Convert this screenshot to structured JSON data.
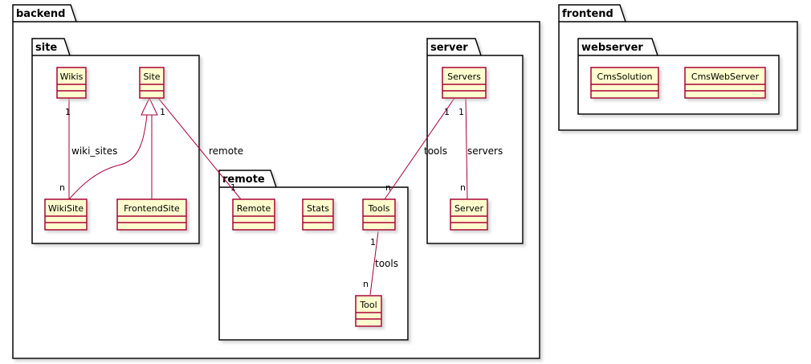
{
  "packages": {
    "backend": "backend",
    "frontend": "frontend",
    "site": "site",
    "server": "server",
    "remote": "remote",
    "webserver": "webserver"
  },
  "classes": {
    "wikis": "Wikis",
    "site": "Site",
    "wikisite": "WikiSite",
    "frontendsite": "FrontendSite",
    "remote": "Remote",
    "stats": "Stats",
    "tools": "Tools",
    "tool": "Tool",
    "servers": "Servers",
    "server": "Server",
    "cmssolution": "CmsSolution",
    "cmswebserver": "CmsWebServer"
  },
  "relations": {
    "wiki_sites": {
      "label": "wiki_sites",
      "from_mult": "1",
      "to_mult": "n"
    },
    "remote": {
      "label": "remote",
      "from_mult": "1",
      "to_mult": "1"
    },
    "tools_servers": {
      "label": "tools",
      "from_mult": "1",
      "to_mult": "n"
    },
    "servers": {
      "label": "servers",
      "from_mult": "1",
      "to_mult": "n"
    },
    "tools_tool": {
      "label": "tools",
      "from_mult": "1",
      "to_mult": "n"
    }
  },
  "colors": {
    "class_fill": "#FEFECE",
    "class_border": "#A80036",
    "edge": "#A80036",
    "pkg_border": "#000000"
  }
}
